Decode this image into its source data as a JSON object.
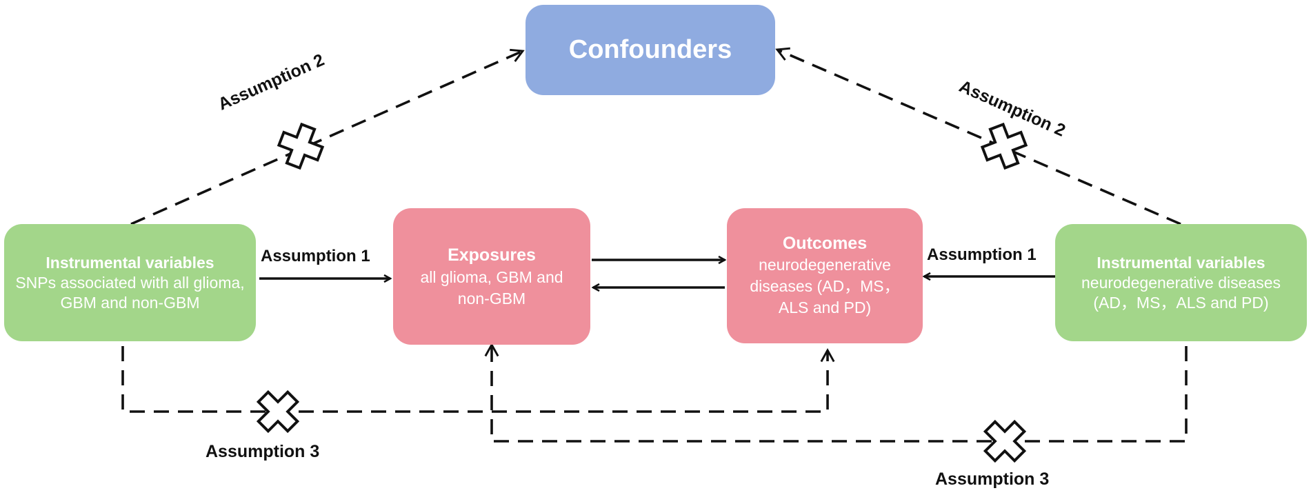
{
  "colors": {
    "confounders": "#8fabe0",
    "exposure_outcome": "#ef909c",
    "instrument": "#a3d68a",
    "line": "#111111"
  },
  "nodes": {
    "confounders": {
      "title": "Confounders"
    },
    "iv_left": {
      "title": "Instrumental variables",
      "subtitle": "SNPs associated with all glioma, GBM and non-GBM"
    },
    "exposures": {
      "title": "Exposures",
      "subtitle": "all glioma, GBM and non-GBM"
    },
    "outcomes": {
      "title": "Outcomes",
      "subtitle": "neurodegenerative diseases (AD，MS，ALS and PD)"
    },
    "iv_right": {
      "title": "Instrumental variables",
      "subtitle": "neurodegenerative diseases (AD，MS，ALS and PD)"
    }
  },
  "labels": {
    "assumption1_left": "Assumption 1",
    "assumption1_right": "Assumption 1",
    "assumption2_left": "Assumption 2",
    "assumption2_right": "Assumption 2",
    "assumption3_left": "Assumption 3",
    "assumption3_right": "Assumption 3"
  },
  "icons": {
    "violated_marker": "cross-icon"
  }
}
